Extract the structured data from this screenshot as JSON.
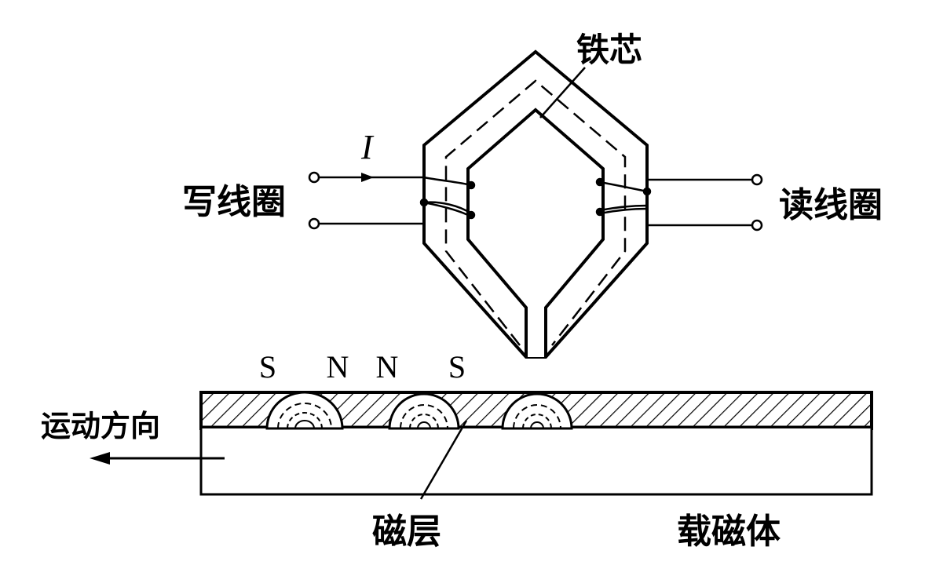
{
  "labels": {
    "core": "铁芯",
    "current": "I",
    "write_coil": "写线圈",
    "read_coil": "读线圈",
    "motion_direction": "运动方向",
    "magnetic_layer": "磁层",
    "carrier": "载磁体"
  },
  "poles": [
    "S",
    "N",
    "N",
    "S"
  ]
}
